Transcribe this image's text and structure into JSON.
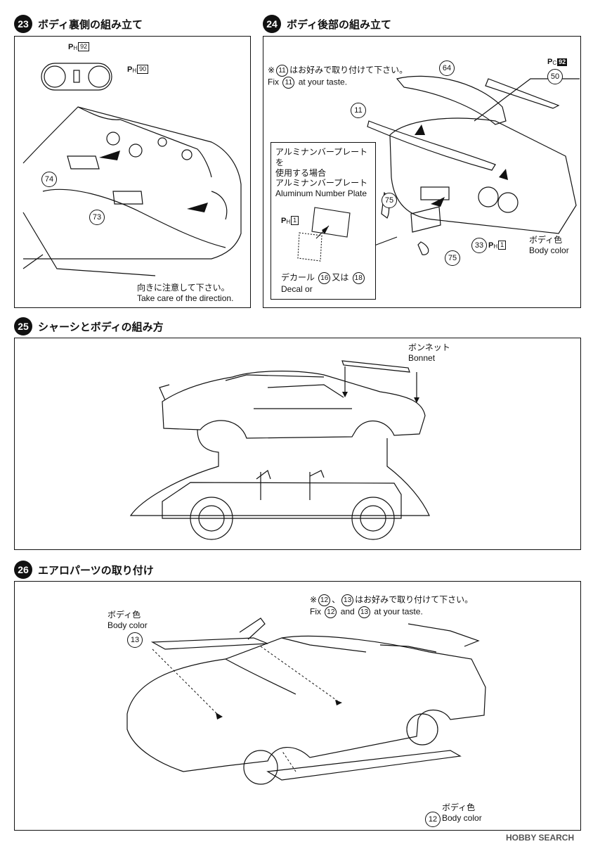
{
  "steps": [
    {
      "num": "23",
      "title": "ボディ裏側の組み立て"
    },
    {
      "num": "24",
      "title": "ボディ後部の組み立て"
    },
    {
      "num": "25",
      "title": "シャーシとボディの組み方"
    },
    {
      "num": "26",
      "title": "エアロパーツの取り付け"
    }
  ],
  "step23": {
    "part_tags": [
      {
        "prefix": "P",
        "sub": "H",
        "num": "92"
      },
      {
        "prefix": "P",
        "sub": "H",
        "num": "90"
      }
    ],
    "callouts": [
      "74",
      "73"
    ],
    "note_jp": "向きに注意して下さい。",
    "note_en": "Take care of the direction."
  },
  "step24": {
    "note_jp_prefix": "※",
    "note_jp_part": "11",
    "note_jp_suffix": "はお好みで取り付けて下さい。",
    "note_en_prefix": "Fix",
    "note_en_part": "11",
    "note_en_suffix": "at your taste.",
    "callouts": [
      "64",
      "50",
      "11",
      "75",
      "33",
      "75"
    ],
    "tag_pc": {
      "prefix": "P",
      "sub": "C",
      "num": "92"
    },
    "tag_ph1": {
      "prefix": "P",
      "sub": "H",
      "num": "1"
    },
    "tag_ph1b": {
      "prefix": "P",
      "sub": "H",
      "num": "1"
    },
    "inset_title_1": "アルミナンバープレートを",
    "inset_title_2": "使用する場合",
    "inset_plate_jp": "アルミナンバープレート",
    "inset_plate_en": "Aluminum Number Plate",
    "inset_decal_jp": "デカール",
    "inset_decal_en": "Decal",
    "inset_decal_a": "16",
    "inset_or_jp": "又は",
    "inset_or_en": "or",
    "inset_decal_b": "18",
    "body_color_jp": "ボディ色",
    "body_color_en": "Body color"
  },
  "step25": {
    "bonnet_jp": "ボンネット",
    "bonnet_en": "Bonnet"
  },
  "step26": {
    "note_jp_prefix": "※",
    "note_jp_a": "12",
    "note_jp_sep": "、",
    "note_jp_b": "13",
    "note_jp_suffix": "はお好みで取り付けて下さい。",
    "note_en_prefix": "Fix",
    "note_en_a": "12",
    "note_en_mid": "and",
    "note_en_b": "13",
    "note_en_suffix": "at your taste.",
    "bc1_jp": "ボディ色",
    "bc1_en": "Body color",
    "callout_top": "13",
    "bc2_jp": "ボディ色",
    "bc2_en": "Body color",
    "callout_bottom": "12"
  },
  "watermark": "HOBBY SEARCH"
}
